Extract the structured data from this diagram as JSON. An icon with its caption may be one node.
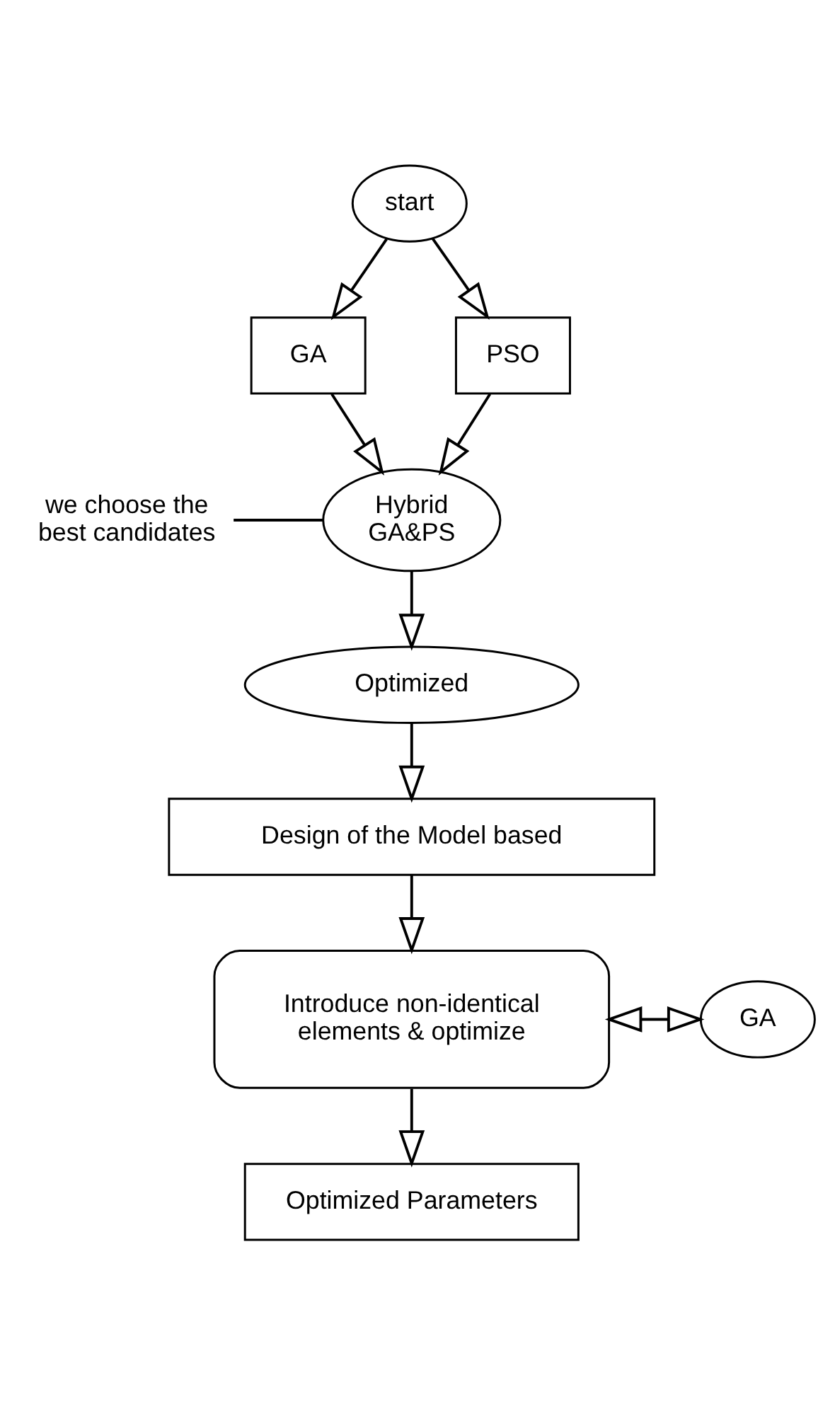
{
  "diagram": {
    "nodes": [
      {
        "text": [
          "start"
        ]
      },
      {
        "text": [
          "GA"
        ]
      },
      {
        "text": [
          "PSO"
        ]
      },
      {
        "text": [
          "Hybrid GA&PS"
        ]
      },
      {
        "text": [
          "we choose the best candidates"
        ]
      },
      {
        "text": [
          "Optimized"
        ]
      },
      {
        "text": [
          "Design of the Model based"
        ]
      },
      {
        "text": [
          "Introduce non-identical elements & optimize"
        ]
      },
      {
        "text": [
          "GA"
        ]
      },
      {
        "text": [
          "Optimized Parameters"
        ]
      }
    ],
    "edges": [
      {
        "from": 0,
        "to": 1,
        "arrow": "to"
      },
      {
        "from": 0,
        "to": 2,
        "arrow": "to"
      },
      {
        "from": 1,
        "to": 3,
        "arrow": "to"
      },
      {
        "from": 2,
        "to": 3,
        "arrow": "to"
      },
      {
        "from": 4,
        "to": 3,
        "arrow": "none"
      },
      {
        "from": 3,
        "to": 5,
        "arrow": "to"
      },
      {
        "from": 5,
        "to": 6,
        "arrow": "to"
      },
      {
        "from": 6,
        "to": 7,
        "arrow": "to"
      },
      {
        "from": 7,
        "to": 8,
        "arrow": "both"
      },
      {
        "from": 7,
        "to": 9,
        "arrow": "to"
      }
    ]
  }
}
